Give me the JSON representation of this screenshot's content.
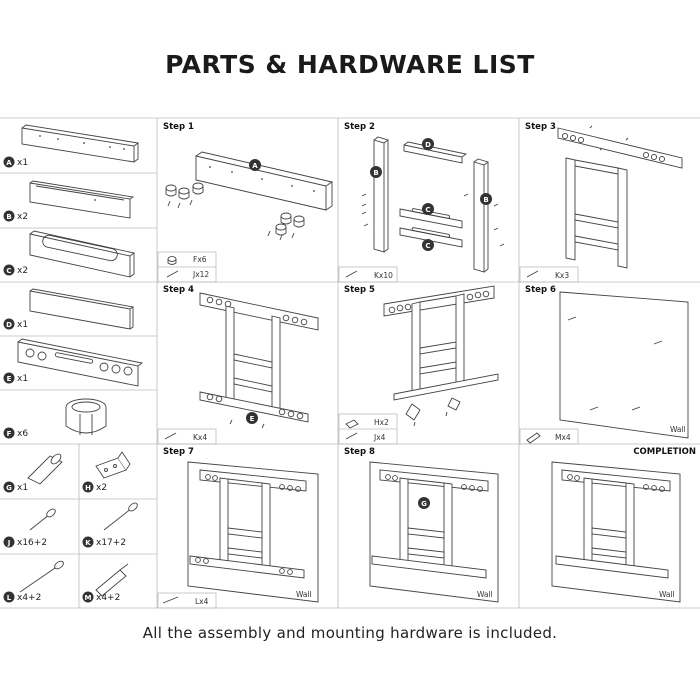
{
  "title": "PARTS & HARDWARE LIST",
  "footer": "All the assembly and mounting hardware is included.",
  "parts": [
    {
      "letter": "A",
      "qty": "x1"
    },
    {
      "letter": "B",
      "qty": "x2"
    },
    {
      "letter": "C",
      "qty": "x2"
    },
    {
      "letter": "D",
      "qty": "x1"
    },
    {
      "letter": "E",
      "qty": "x1"
    },
    {
      "letter": "F",
      "qty": "x6"
    },
    {
      "letter": "G",
      "qty": "x1"
    },
    {
      "letter": "H",
      "qty": "x2"
    },
    {
      "letter": "J",
      "qty": "x16+2"
    },
    {
      "letter": "K",
      "qty": "x17+2"
    },
    {
      "letter": "L",
      "qty": "x4+2"
    },
    {
      "letter": "M",
      "qty": "x4+2"
    }
  ],
  "steps": [
    {
      "label": "Step 1",
      "hardware": [
        "Fx6",
        "Jx12"
      ]
    },
    {
      "label": "Step 2",
      "hardware": [
        "Kx10"
      ]
    },
    {
      "label": "Step 3",
      "hardware": [
        "Kx3"
      ]
    },
    {
      "label": "Step 4",
      "hardware": [
        "Kx4"
      ]
    },
    {
      "label": "Step 5",
      "hardware": [
        "Hx2",
        "Jx4"
      ]
    },
    {
      "label": "Step 6",
      "hardware": [
        "Mx4"
      ]
    },
    {
      "label": "Step 7",
      "hardware": [
        "Lx4"
      ]
    },
    {
      "label": "Step 8",
      "hardware": []
    },
    {
      "label": "COMPLETION",
      "hardware": []
    }
  ],
  "callouts": {
    "step1": "A",
    "step2": [
      "D",
      "B",
      "B",
      "C",
      "C"
    ],
    "step4": "E",
    "step8": "G"
  },
  "wall_label": "Wall"
}
